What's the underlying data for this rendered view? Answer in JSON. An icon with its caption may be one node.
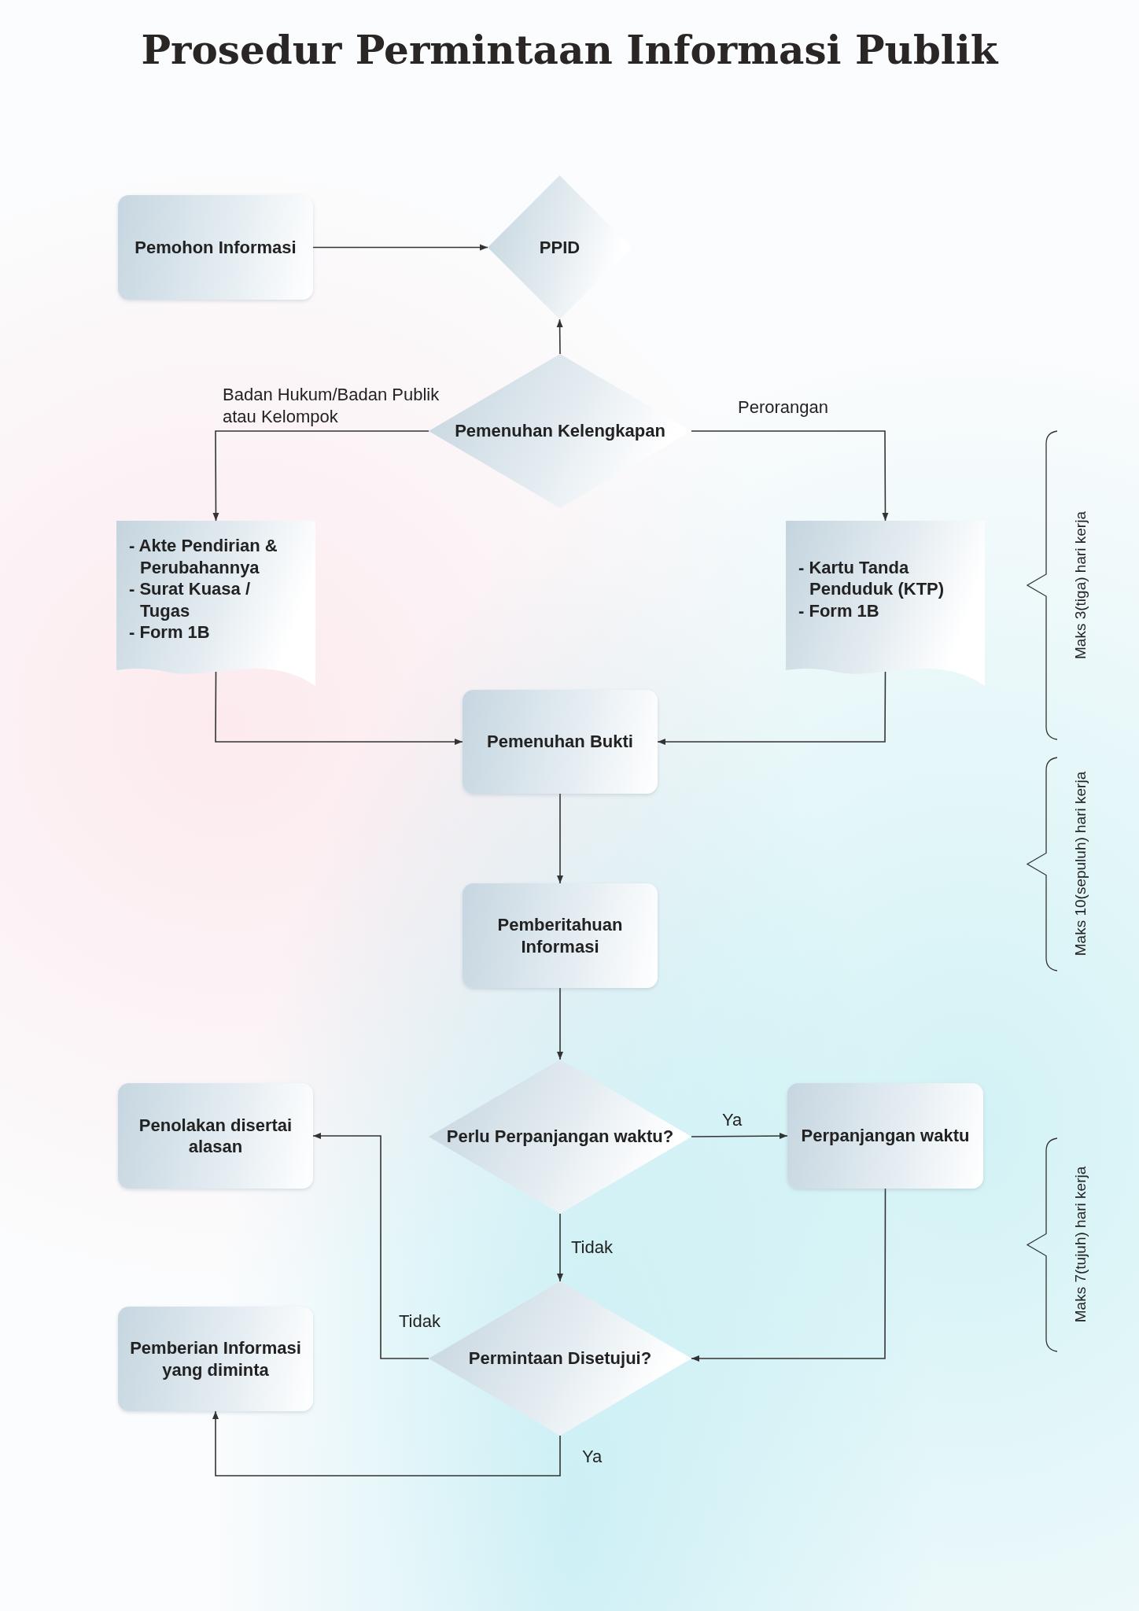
{
  "diagram": {
    "title": "Prosedur Permintaan Informasi Publik",
    "nodes": [
      {
        "text": [
          "Pemohon Informasi"
        ]
      },
      {
        "text": [
          "PPID"
        ]
      },
      {
        "text": [
          "Pemenuhan Kelengkapan"
        ]
      },
      {
        "text": [
          "- Akte Pendirian & Perubahannya",
          "- Surat Kuasa / Tugas",
          "- Form 1B"
        ]
      },
      {
        "text": [
          "- Kartu Tanda Penduduk (KTP)",
          "- Form 1B"
        ]
      },
      {
        "text": [
          "Pemenuhan Bukti"
        ]
      },
      {
        "text": [
          "Pemberitahuan Informasi"
        ]
      },
      {
        "text": [
          "Penolakan disertai alasan"
        ]
      },
      {
        "text": [
          "Perlu Perpanjangan waktu?"
        ]
      },
      {
        "text": [
          "Perpanjangan waktu"
        ]
      },
      {
        "text": [
          "Pemberian Informasi yang diminta"
        ]
      },
      {
        "text": [
          "Permintaan Disetujui?"
        ]
      }
    ],
    "edges": [
      {
        "from": 0,
        "to": 1,
        "arrow": "to"
      },
      {
        "from": 2,
        "to": 1,
        "arrow": "to"
      },
      {
        "from": 2,
        "to": 3,
        "arrow": "to",
        "label": "Badan Hukum/Badan Publik atau Kelompok"
      },
      {
        "from": 2,
        "to": 4,
        "arrow": "to",
        "label": "Perorangan"
      },
      {
        "from": 3,
        "to": 5,
        "arrow": "to"
      },
      {
        "from": 4,
        "to": 5,
        "arrow": "to"
      },
      {
        "from": 5,
        "to": 6,
        "arrow": "to"
      },
      {
        "from": 6,
        "to": 8,
        "arrow": "to"
      },
      {
        "from": 8,
        "to": 9,
        "arrow": "to",
        "label": "Ya"
      },
      {
        "from": 8,
        "to": 11,
        "arrow": "to",
        "label": "Tidak"
      },
      {
        "from": 9,
        "to": 11,
        "arrow": "to"
      },
      {
        "from": 11,
        "to": 7,
        "arrow": "to",
        "label": "Tidak"
      },
      {
        "from": 11,
        "to": 10,
        "arrow": "to",
        "label": "Ya"
      }
    ],
    "labels": [
      "Maks 3(tiga) hari kerja",
      "Maks 10(sepuluh) hari kerja",
      "Maks 7(tujuh) hari kerja"
    ]
  }
}
